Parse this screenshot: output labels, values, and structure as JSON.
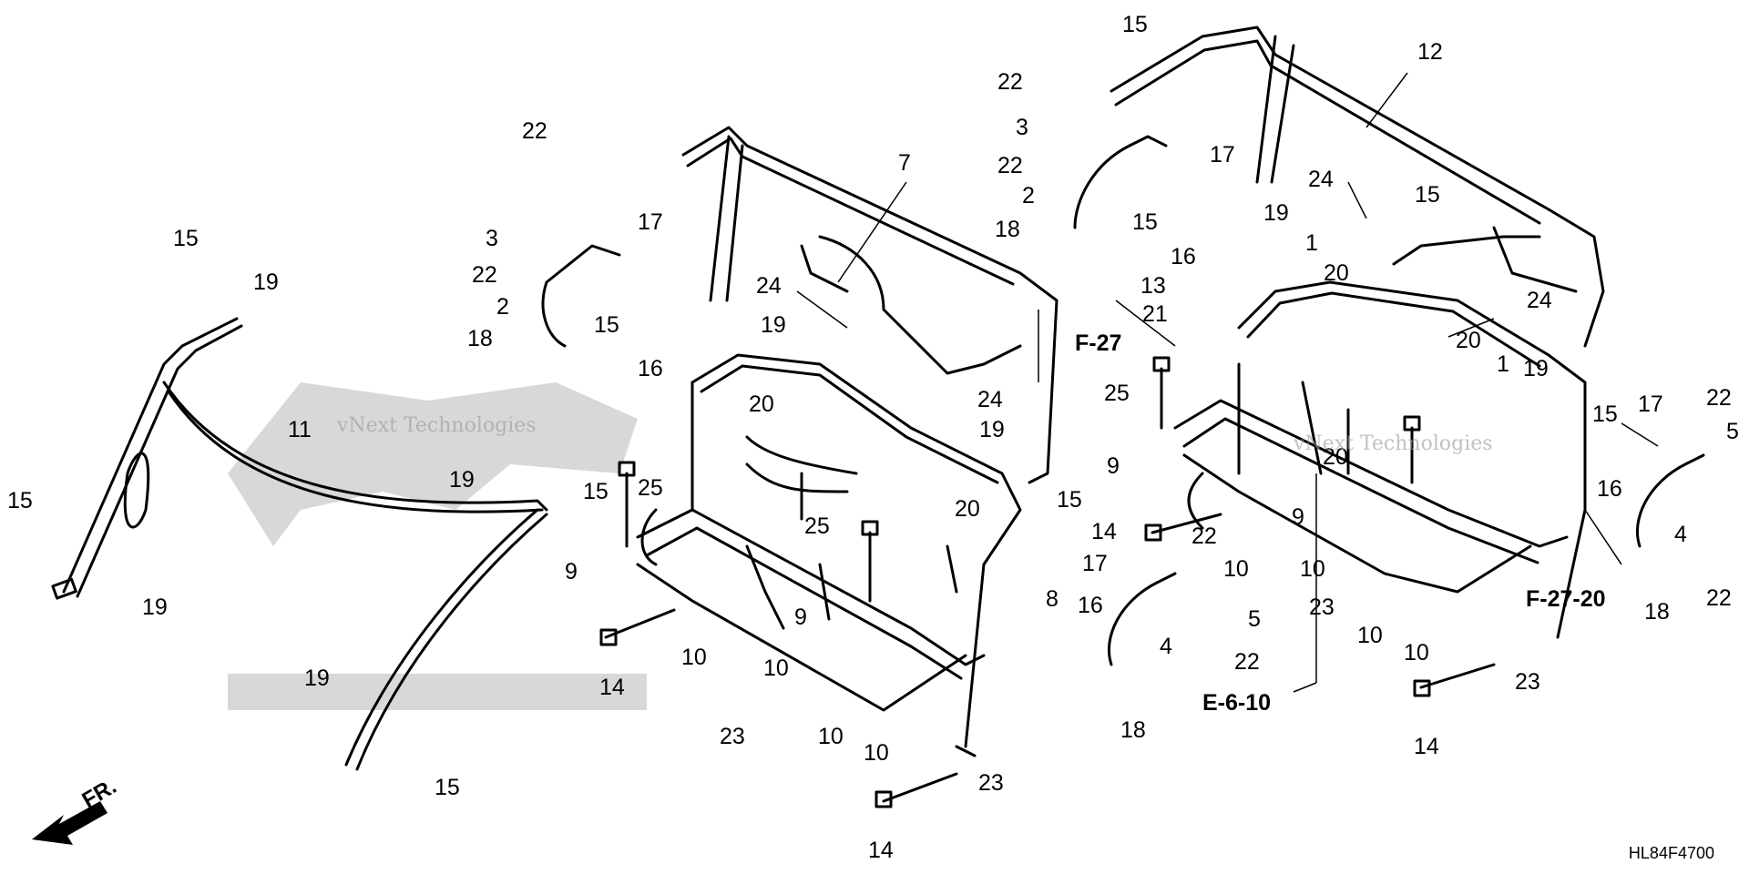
{
  "diagram": {
    "drawing_code": "HL84F4700",
    "direction_label": "FR.",
    "watermark": {
      "line1": "vNext Technologies",
      "line2": "vNext Technologies"
    },
    "labels": [
      "15",
      "19",
      "11",
      "15",
      "19",
      "15",
      "19",
      "22",
      "3",
      "22",
      "2",
      "18",
      "17",
      "16",
      "15",
      "19",
      "24",
      "7",
      "20",
      "24",
      "19",
      "25",
      "19",
      "15",
      "9",
      "25",
      "20",
      "9",
      "14",
      "10",
      "10",
      "23",
      "10",
      "10",
      "8",
      "15",
      "23",
      "14",
      "22",
      "15",
      "12",
      "3",
      "22",
      "2",
      "17",
      "18",
      "15",
      "19",
      "16",
      "1",
      "13",
      "20",
      "24",
      "20",
      "21",
      "24",
      "15",
      "1",
      "19",
      "25",
      "9",
      "20",
      "9",
      "14",
      "17",
      "22",
      "10",
      "10",
      "16",
      "5",
      "23",
      "22",
      "4",
      "18",
      "10",
      "10",
      "15",
      "17",
      "22",
      "5",
      "16",
      "4",
      "18",
      "22",
      "23",
      "14"
    ],
    "references": [
      "F-27",
      "F-27-20",
      "E-6-10"
    ]
  }
}
